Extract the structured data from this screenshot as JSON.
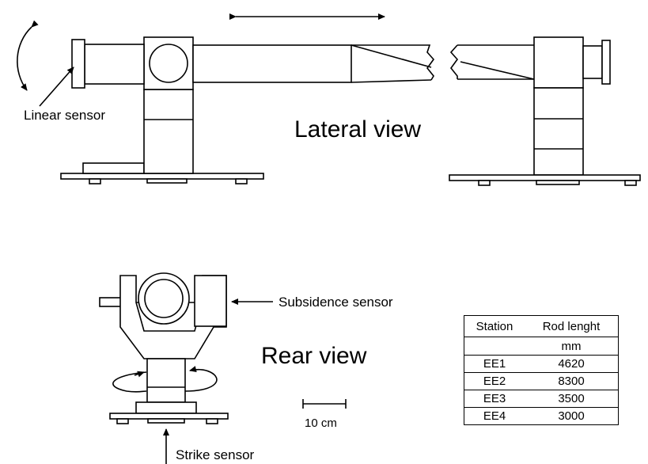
{
  "labels": {
    "linear_sensor": "Linear sensor",
    "lateral_view": "Lateral view",
    "subsidence_sensor": "Subsidence sensor",
    "rear_view": "Rear view",
    "scale": "10 cm",
    "strike_sensor": "Strike sensor"
  },
  "table": {
    "headers": [
      "Station",
      "Rod lenght"
    ],
    "unit": "mm",
    "rows": [
      {
        "station": "EE1",
        "length": "4620"
      },
      {
        "station": "EE2",
        "length": "8300"
      },
      {
        "station": "EE3",
        "length": "3500"
      },
      {
        "station": "EE4",
        "length": "3000"
      }
    ]
  }
}
